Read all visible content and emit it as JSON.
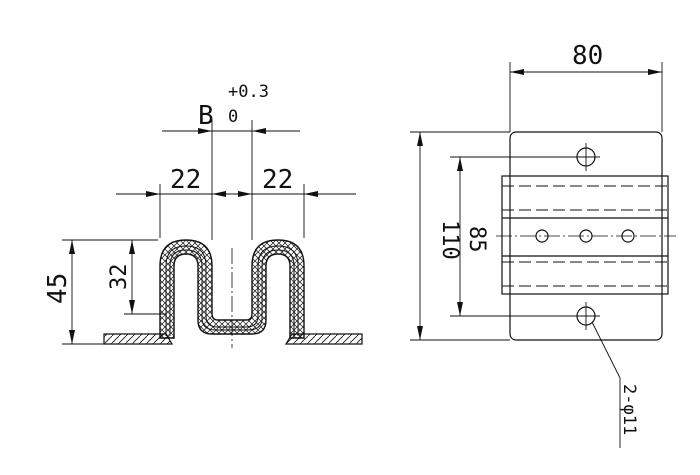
{
  "section_view": {
    "dim_b_symbol": "B",
    "dim_b_tol_upper": "+0.3",
    "dim_b_tol_lower": "0",
    "dim_left_width": "22",
    "dim_right_width": "22",
    "dim_total_height": "45",
    "dim_inner_height": "32"
  },
  "plan_view": {
    "dim_width": "80",
    "dim_length": "110",
    "dim_hole_spacing": "85",
    "hole_callout": "2-φ11"
  },
  "colors": {
    "line": "#111111",
    "background": "#ffffff"
  }
}
